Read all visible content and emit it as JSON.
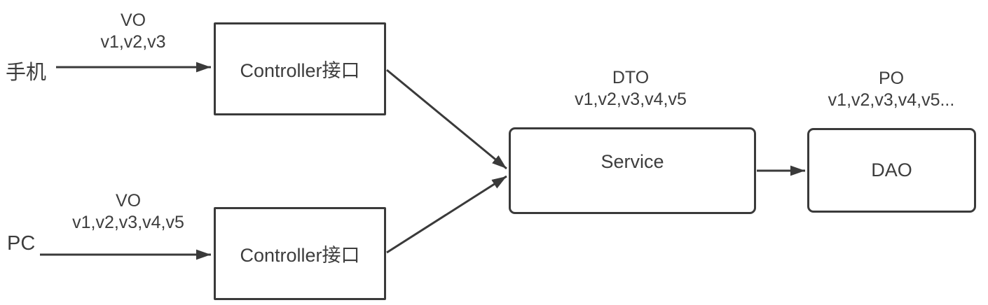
{
  "diagram": {
    "background": "#ffffff",
    "stroke_color": "#3a3a3a",
    "text_color": "#3d3d3d",
    "nodes": {
      "mobile": {
        "label": "手机"
      },
      "pc": {
        "label": "PC"
      },
      "controller_top": {
        "label": "Controller接口"
      },
      "controller_bottom": {
        "label": "Controller接口"
      },
      "service": {
        "label": "Service"
      },
      "dao": {
        "label": "DAO"
      }
    },
    "edge_labels": {
      "mobile_vo": {
        "title": "VO",
        "values": "v1,v2,v3"
      },
      "pc_vo": {
        "title": "VO",
        "values": "v1,v2,v3,v4,v5"
      },
      "dto": {
        "title": "DTO",
        "values": "v1,v2,v3,v4,v5"
      },
      "po": {
        "title": "PO",
        "values": "v1,v2,v3,v4,v5..."
      }
    },
    "edges": [
      {
        "from": "mobile",
        "to": "controller_top"
      },
      {
        "from": "pc",
        "to": "controller_bottom"
      },
      {
        "from": "controller_top",
        "to": "service"
      },
      {
        "from": "controller_bottom",
        "to": "service"
      },
      {
        "from": "service",
        "to": "dao"
      }
    ]
  }
}
